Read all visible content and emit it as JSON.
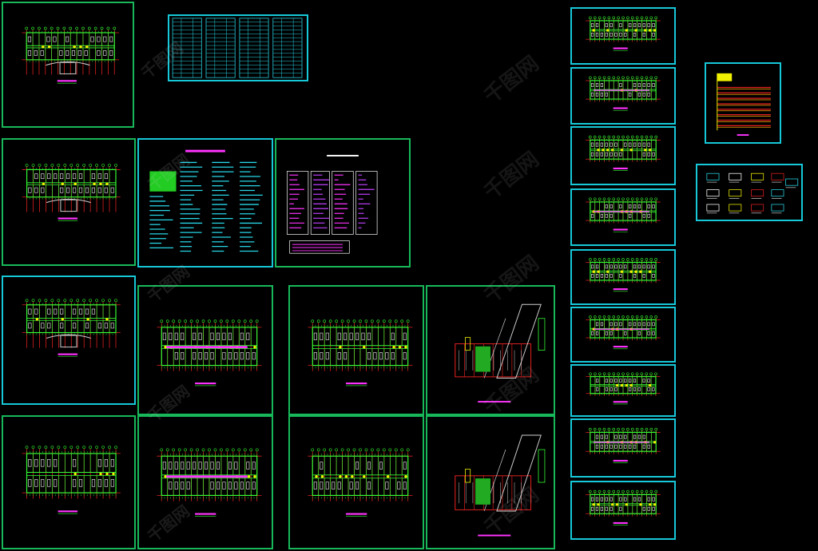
{
  "watermark": {
    "text": "千图网",
    "color": "#d2d2d2"
  },
  "colors": {
    "background": "#000000",
    "frame_green": "#18b85a",
    "frame_cyan": "#16c8d8",
    "wall_green": "#33ff33",
    "grid_red": "#e02020",
    "annotation_yellow": "#f0f000",
    "title_magenta": "#ff33ff"
  },
  "canvas": {
    "drawing_sheets": [
      {
        "name": "floor-plan-sheet-ground",
        "kind": "plan-court"
      },
      {
        "name": "floor-plan-sheet-2",
        "kind": "plan-court"
      },
      {
        "name": "floor-plan-sheet-3",
        "kind": "plan-court"
      },
      {
        "name": "floor-plan-sheet-4",
        "kind": "plan"
      },
      {
        "name": "floor-plan-sheet-5",
        "kind": "plan"
      },
      {
        "name": "floor-plan-sheet-6",
        "kind": "plan"
      },
      {
        "name": "floor-plan-sheet-7",
        "kind": "plan"
      },
      {
        "name": "floor-plan-sheet-8",
        "kind": "plan"
      },
      {
        "name": "stair-detail-sheet-1",
        "kind": "stair"
      },
      {
        "name": "stair-detail-sheet-2",
        "kind": "stair"
      },
      {
        "name": "design-notes-sheet",
        "kind": "notes"
      },
      {
        "name": "material-schedule-sheet",
        "kind": "schedule"
      },
      {
        "name": "drawing-index-table",
        "kind": "table"
      },
      {
        "name": "system-diagram-sheet",
        "kind": "riser"
      },
      {
        "name": "legend-sheet",
        "kind": "legend"
      }
    ],
    "right_column_plans": 9
  }
}
